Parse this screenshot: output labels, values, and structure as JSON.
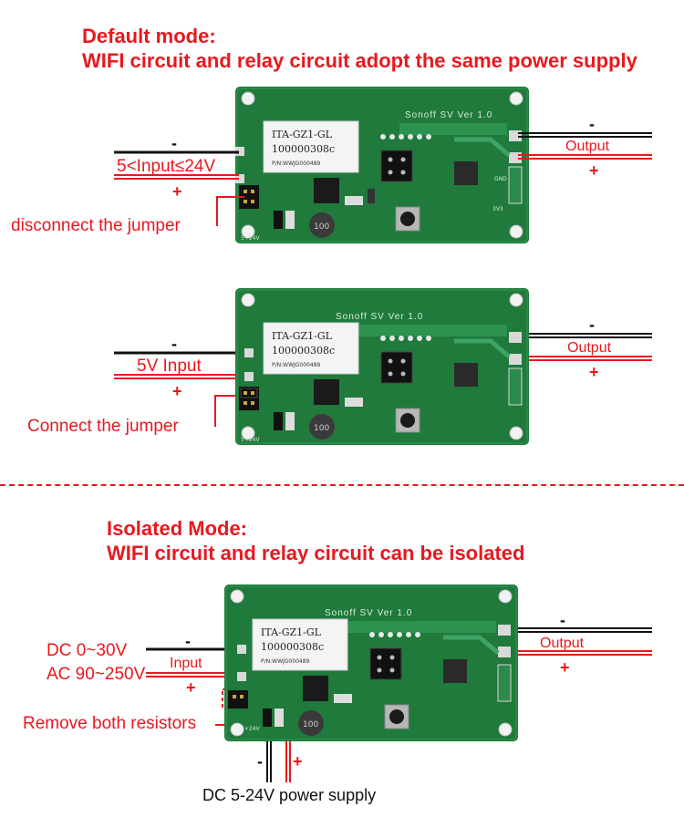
{
  "default_mode": {
    "heading_line1": "Default mode:",
    "heading_line2": "WIFI circuit and relay circuit adopt the same power supply",
    "example1": {
      "input_minus": "-",
      "input_label": "5<Input≤24V",
      "input_plus": "+",
      "jumper_label": "disconnect the jumper",
      "output_minus": "-",
      "output_label": "Output",
      "output_plus": "+"
    },
    "example2": {
      "input_minus": "-",
      "input_label": "5V Input",
      "input_plus": "+",
      "jumper_label": "Connect the jumper",
      "output_minus": "-",
      "output_label": "Output",
      "output_plus": "+"
    }
  },
  "isolated_mode": {
    "heading_line1": "Isolated Mode:",
    "heading_line2": "WIFI circuit and relay circuit can be isolated",
    "input_minus": "-",
    "dc_label": "DC 0~30V",
    "input_label": "Input",
    "ac_label": "AC 90~250V",
    "input_plus": "+",
    "resistor_label": "Remove both resistors",
    "output_minus": "-",
    "output_label": "Output",
    "output_plus": "+",
    "supply_minus": "-",
    "supply_plus": "+",
    "supply_label": "DC 5-24V power supply"
  },
  "board": {
    "title": "Sonoff SV Ver 1.0",
    "relay_line1": "ITA-GZ1-GL",
    "relay_line2": "100000308c",
    "relay_line3": "P/N:WWJG000489",
    "silk_left": "5+24V",
    "silk_gnd": "GND",
    "silk_3v3": "3V3",
    "pcb_color": "#1f7a3c",
    "accent_color": "#e8181f"
  }
}
